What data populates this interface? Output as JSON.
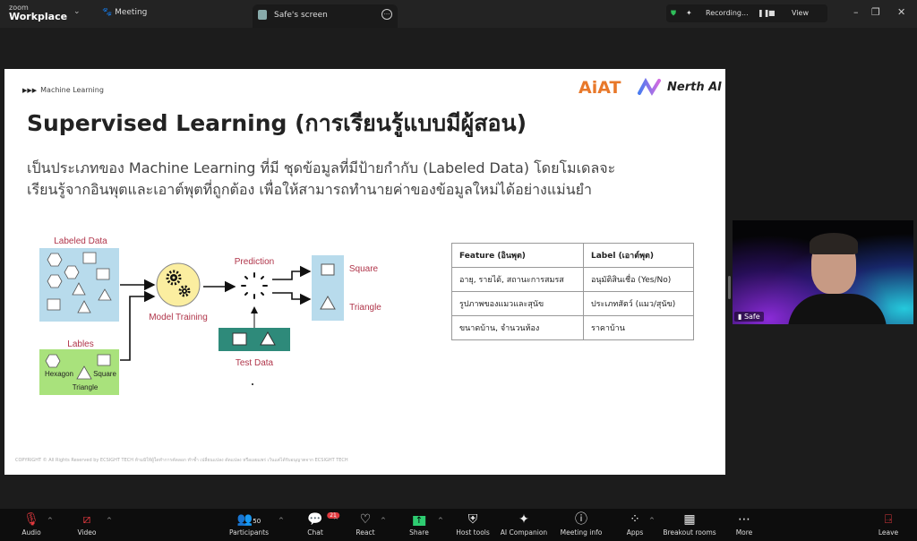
{
  "topbar": {
    "brand_small": "zoom",
    "brand": "Workplace",
    "meeting": "Meeting",
    "tab_title": "Safe's screen",
    "recording": "Recording...",
    "view": "View"
  },
  "slide": {
    "breadcrumb": "Machine Learning",
    "logos": [
      "AiAT",
      "Nerth AI"
    ],
    "title": "Supervised Learning (การเรียนรู้แบบมีผู้สอน)",
    "paragraph": [
      "เป็นประเภทของ Machine Learning ที่มี ชุดข้อมูลที่มีป้ายกำกับ (Labeled Data) โดยโมเดลจะ",
      "เรียนรู้จากอินพุตและเอาต์พุตที่ถูกต้อง เพื่อให้สามารถทำนายค่าของข้อมูลใหม่ได้อย่างแม่นยำ"
    ],
    "diagram": {
      "labeled_data": "Labeled Data",
      "lables": "Lables",
      "hexagon": "Hexagon",
      "square": "Square",
      "triangle": "Triangle",
      "model_training": "Model Training",
      "prediction": "Prediction",
      "test_data": "Test Data",
      "out_square": "Square",
      "out_triangle": "Triangle",
      "colors": {
        "labeled": "#b8dbec",
        "labels": "#a9e27c",
        "gear": "#fbeea0",
        "test": "#2e8a7a",
        "text": "#b0354a"
      }
    },
    "table": {
      "headers": [
        "Feature (อินพุต)",
        "Label (เอาต์พุต)"
      ],
      "rows": [
        [
          "อายุ, รายได้, สถานะการสมรส",
          "อนุมัติสินเชื่อ (Yes/No)"
        ],
        [
          "รูปภาพของแมวและสุนัข",
          "ประเภทสัตว์ (แมว/สุนัข)"
        ],
        [
          "ขนาดบ้าน, จำนวนห้อง",
          "ราคาบ้าน"
        ]
      ]
    },
    "copyright": "COPYRIGHT © All Rights Reserved by ECSIGHT TECH ห้ามมิให้ผู้ใดทำการคัดลอก ทำซ้ำ เปลี่ยนแปลง ดัดแปลง หรือเผยแพร่ เว้นแต่ได้รับอนุญาตจาก ECSIGHT TECH"
  },
  "video": {
    "name": "Safe"
  },
  "toolbar": {
    "audio": "Audio",
    "video": "Video",
    "participants": "Participants",
    "participant_count": "50",
    "chat": "Chat",
    "chat_badge": "21",
    "react": "React",
    "share": "Share",
    "host_tools": "Host tools",
    "ai_companion": "AI Companion",
    "meeting_info": "Meeting info",
    "apps": "Apps",
    "breakout": "Breakout rooms",
    "more": "More",
    "leave": "Leave"
  }
}
